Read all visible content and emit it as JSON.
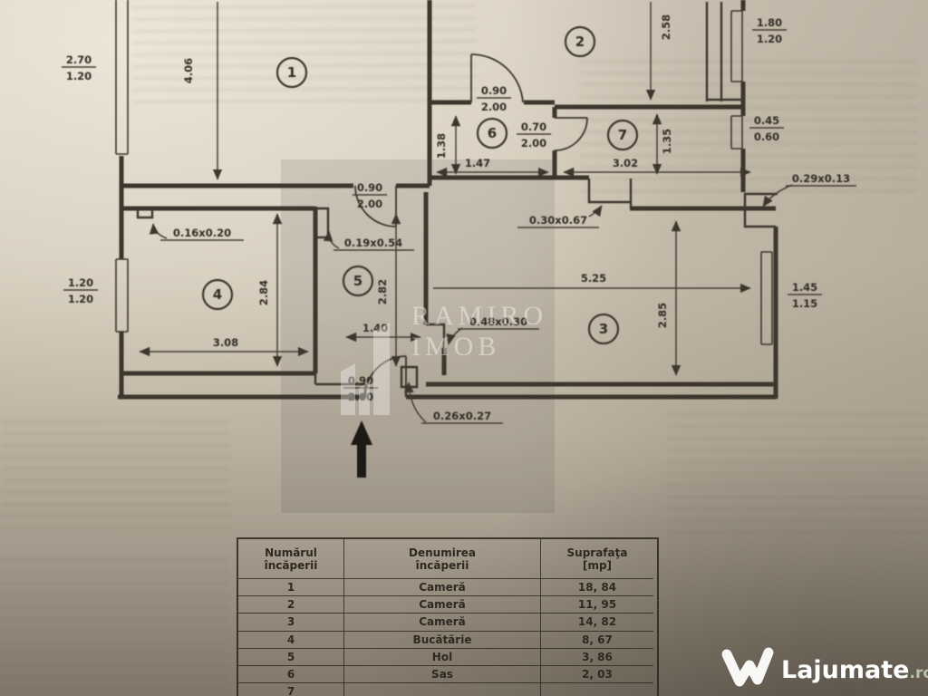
{
  "plan": {
    "room_numbers": [
      "1",
      "2",
      "3",
      "4",
      "5",
      "6",
      "7"
    ],
    "dims": {
      "room1_height": "4.06",
      "room2_height": "2.58",
      "sas_height": "1.38",
      "sas_width": "1.47",
      "room7_width": "3.02",
      "room7_height": "1.35",
      "room4_height": "2.84",
      "room4_width": "3.08",
      "hol_height": "2.82",
      "hol_width": "1.40",
      "room3_width": "5.25",
      "room3_height": "2.85"
    },
    "fractions": {
      "win_left_top": {
        "a": "2.70",
        "b": "1.20"
      },
      "win_left_mid": {
        "a": "1.20",
        "b": "1.20"
      },
      "win_right_top": {
        "a": "1.80",
        "b": "1.20"
      },
      "win_right_small": {
        "a": "0.45",
        "b": "0.60"
      },
      "win_room3": {
        "a": "1.45",
        "b": "1.15"
      },
      "door_sas": {
        "a": "0.90",
        "b": "2.00"
      },
      "door_room7": {
        "a": "0.70",
        "b": "2.00"
      },
      "door_hol_top": {
        "a": "0.90",
        "b": "2.00"
      },
      "door_entry": {
        "a": "0.90",
        "b": "2.00"
      }
    },
    "callouts": {
      "c1": "0.16x0.20",
      "c2": "0.19x0.54",
      "c3": "0.30x0.67",
      "c4": "0.48x0.30",
      "c5": "0.26x0.27",
      "c6": "0.29x0.13"
    }
  },
  "table": {
    "headers": {
      "col1a": "Numărul",
      "col1b": "încăperii",
      "col2a": "Denumirea",
      "col2b": "încăperii",
      "col3a": "Suprafaţa",
      "col3b": "[mp]"
    },
    "rows": [
      {
        "nr": "1",
        "name": "Cameră",
        "area": "18, 84"
      },
      {
        "nr": "2",
        "name": "Cameră",
        "area": "11, 95"
      },
      {
        "nr": "3",
        "name": "Cameră",
        "area": "14, 82"
      },
      {
        "nr": "4",
        "name": "Bucătărie",
        "area": "8, 67"
      },
      {
        "nr": "5",
        "name": "Hol",
        "area": "3, 86"
      },
      {
        "nr": "6",
        "name": "Sas",
        "area": "2, 03"
      },
      {
        "nr": "7",
        "name": "",
        "area": ""
      }
    ]
  },
  "watermarks": {
    "agency_line1": "RAMIRO",
    "agency_line2": "IMOB",
    "site_name": "Lajumate",
    "site_tld": ".ro",
    "site_name_color": "#ffffff",
    "site_tld_color": "#b8c3a6",
    "ink_color": "#39332a"
  }
}
